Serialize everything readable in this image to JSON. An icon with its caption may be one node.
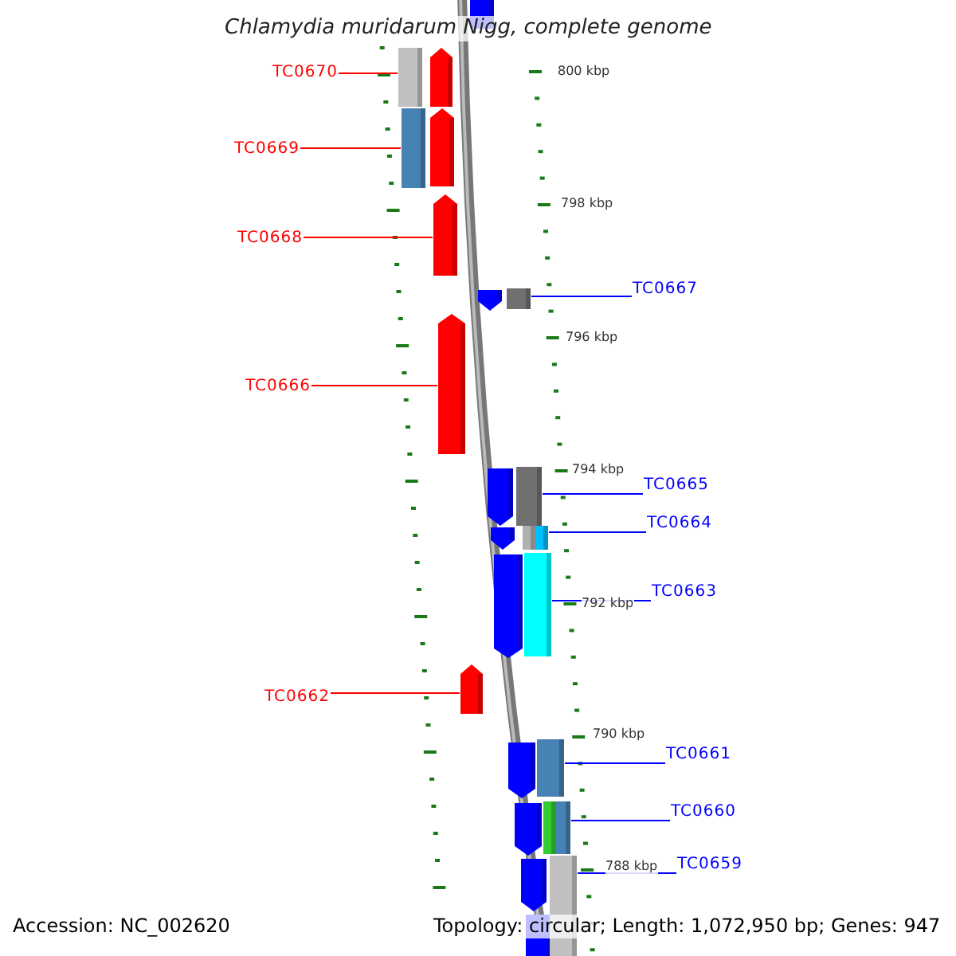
{
  "diagram": {
    "title": "Chlamydia muridarum Nigg, complete genome",
    "nodes": [
      {
        "text": [
          "TC0670"
        ]
      },
      {
        "text": [
          "TC0669"
        ]
      },
      {
        "text": [
          "TC0668"
        ]
      },
      {
        "text": [
          "TC0667"
        ]
      },
      {
        "text": [
          "TC0666"
        ]
      },
      {
        "text": [
          "TC0665"
        ]
      },
      {
        "text": [
          "TC0664"
        ]
      },
      {
        "text": [
          "TC0663"
        ]
      },
      {
        "text": [
          "TC0662"
        ]
      },
      {
        "text": [
          "TC0661"
        ]
      },
      {
        "text": [
          "TC0660"
        ]
      },
      {
        "text": [
          "TC0659"
        ]
      },
      {
        "text": [],
        "shape": "bar"
      },
      {
        "text": [],
        "shape": "bar"
      },
      {
        "text": [],
        "shape": "bar"
      },
      {
        "text": [],
        "shape": "bar"
      },
      {
        "text": [],
        "shape": "bar"
      },
      {
        "text": [],
        "shape": "bar"
      },
      {
        "text": [],
        "shape": "bar"
      },
      {
        "text": [],
        "shape": "bar"
      },
      {
        "text": [],
        "shape": "bar"
      },
      {
        "text": [],
        "shape": "bar"
      },
      {
        "text": [],
        "shape": "bar"
      },
      {
        "text": [],
        "shape": "bar"
      },
      {
        "text": [],
        "shape": "bar"
      }
    ],
    "edges": [
      {
        "from": 0,
        "to": 12,
        "arrow": "none",
        "color": "#ff0000"
      },
      {
        "from": 1,
        "to": 13,
        "arrow": "none",
        "color": "#ff0000"
      },
      {
        "from": 2,
        "to": 14,
        "arrow": "none",
        "color": "#ff0000"
      },
      {
        "from": 3,
        "to": 15,
        "arrow": "none"
      },
      {
        "from": 4,
        "to": 16,
        "arrow": "none",
        "color": "#ff0000"
      },
      {
        "from": 5,
        "to": 17,
        "arrow": "none"
      },
      {
        "from": 6,
        "to": 18,
        "arrow": "none"
      },
      {
        "from": 7,
        "to": 19,
        "arrow": "none"
      },
      {
        "from": 8,
        "to": 20,
        "arrow": "none",
        "color": "#ff0000"
      },
      {
        "from": 9,
        "to": 21,
        "arrow": "none"
      },
      {
        "from": 10,
        "to": 22,
        "arrow": "none"
      },
      {
        "from": 11,
        "to": 23,
        "arrow": "none"
      }
    ],
    "labels": [
      "800 kbp",
      "798 kbp",
      "796 kbp",
      "794 kbp",
      "792 kbp",
      "790 kbp",
      "788 kbp",
      "Accession: NC_002620",
      "Topology: circular; Length: 1,072,950 bp; Genes: 947"
    ]
  }
}
